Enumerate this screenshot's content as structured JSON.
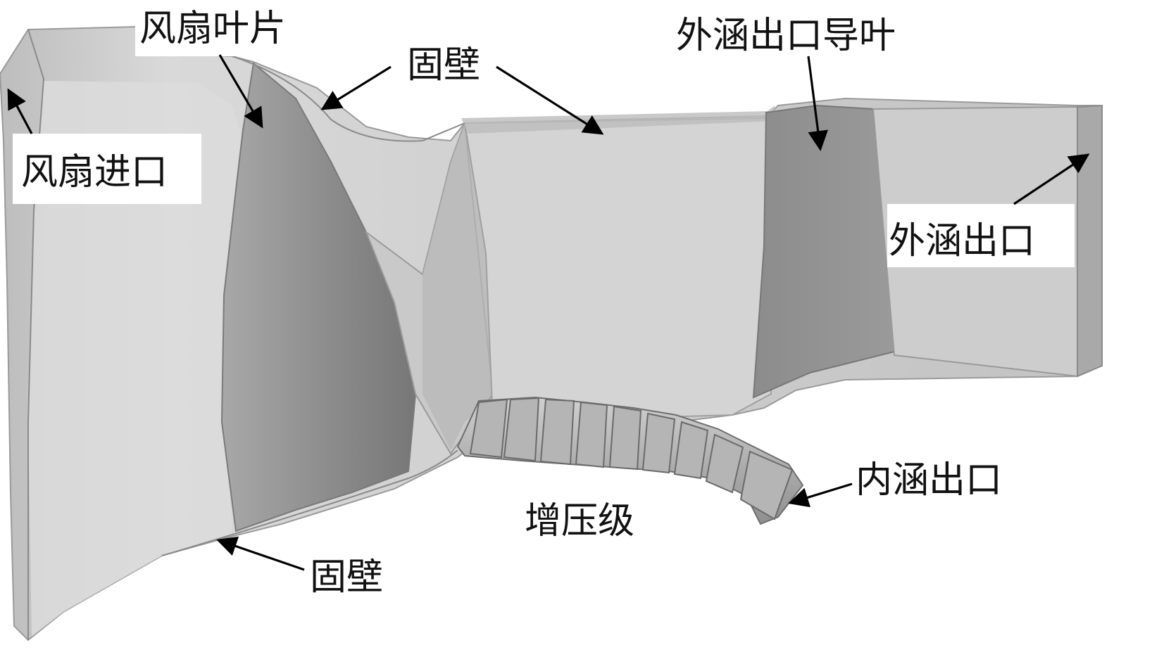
{
  "labels": {
    "fan_inlet": "风扇进口",
    "fan_blade": "风扇叶片",
    "wall_top": "固壁",
    "bypass_outlet_guide_vane": "外涵出口导叶",
    "bypass_outlet": "外涵出口",
    "core_outlet": "内涵出口",
    "booster_stage": "增压级",
    "wall_bottom": "固壁"
  },
  "colors": {
    "duct_fill": "#c4c4c4",
    "duct_light": "#d6d6d6",
    "blade_dark": "#8e8e8e",
    "edge": "#8a8a8a",
    "arrow": "#000000",
    "label_text": "#111111"
  }
}
